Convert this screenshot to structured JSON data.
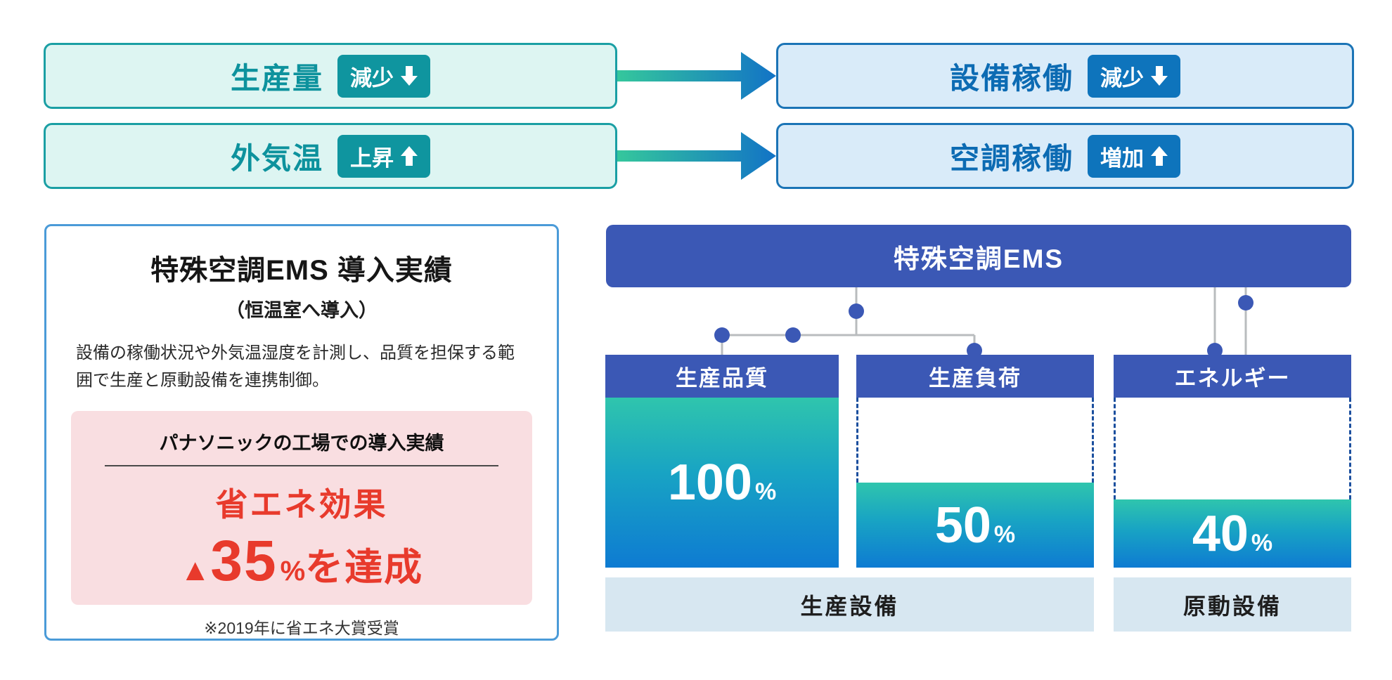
{
  "flow": {
    "inputs": [
      {
        "label": "生産量",
        "badge": "減少",
        "direction": "down"
      },
      {
        "label": "外気温",
        "badge": "上昇",
        "direction": "up"
      }
    ],
    "outputs": [
      {
        "label": "設備稼働",
        "badge": "減少",
        "direction": "down"
      },
      {
        "label": "空調稼働",
        "badge": "増加",
        "direction": "up"
      }
    ]
  },
  "result_card": {
    "title": "特殊空調EMS 導入実績",
    "subtitle": "（恒温室へ導入）",
    "description_line1": "設備の稼働状況や外気温湿度を計測し、品質を担保する範",
    "description_line2": "囲で生産と原動設備を連携制御。",
    "highlight": {
      "header": "パナソニックの工場での導入実績",
      "effect_label": "省エネ効果",
      "triangle": "▲",
      "value": "35",
      "unit": "%",
      "suffix": "を達成"
    },
    "footnote": "※2019年に省エネ大賞受賞"
  },
  "ems_diagram": {
    "title": "特殊空調EMS",
    "columns": [
      {
        "label": "生産品質",
        "value": 100,
        "unit": "%"
      },
      {
        "label": "生産負荷",
        "value": 50,
        "unit": "%"
      },
      {
        "label": "エネルギー",
        "value": 40,
        "unit": "%"
      }
    ],
    "groups": [
      {
        "label": "生産設備"
      },
      {
        "label": "原動設備"
      }
    ]
  },
  "chart_data": {
    "type": "bar",
    "title": "特殊空調EMS",
    "categories": [
      "生産品質",
      "生産負荷",
      "エネルギー"
    ],
    "values": [
      100,
      50,
      40
    ],
    "unit": "%",
    "ylim": [
      0,
      100
    ],
    "group_labels": [
      "生産設備",
      "原動設備"
    ],
    "group_mapping": {
      "生産設備": [
        "生産品質",
        "生産負荷"
      ],
      "原動設備": [
        "エネルギー"
      ]
    }
  },
  "colors": {
    "teal_box_bg": "#ddf5f2",
    "teal_border": "#1a9fa4",
    "teal_text": "#0d929d",
    "teal_badge": "#0f959f",
    "blue_box_bg": "#d9ebf9",
    "blue_border": "#1b74b6",
    "blue_text": "#0c6bb3",
    "blue_badge": "#0e74bc",
    "royal_blue": "#3b58b5",
    "bar_gradient_top": "#2fc5ad",
    "bar_gradient_bottom": "#0e7bd2",
    "arrow_gradient_start": "#35c79c",
    "arrow_gradient_end": "#1273c6",
    "strip_bg": "#d7e7f1",
    "pink_bg": "#f9dee1",
    "accent_red": "#e83a2c",
    "card_border": "#4b9bd8",
    "connector_gray": "#b9bcbe",
    "dashed_blue": "#1b4f9e"
  }
}
